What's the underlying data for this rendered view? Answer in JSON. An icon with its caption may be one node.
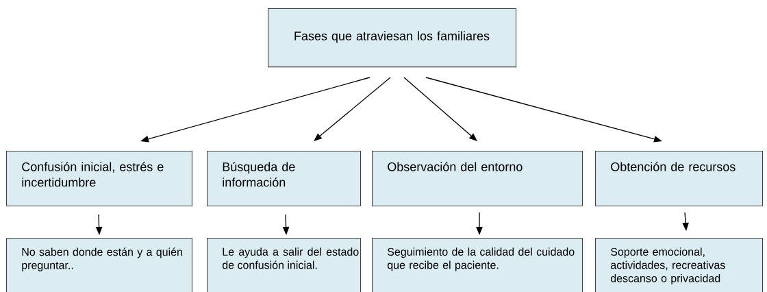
{
  "diagram": {
    "nodes": [
      {
        "text": [
          "Fases que atraviesan los familiares"
        ]
      },
      {
        "text": [
          "Confusión inicial, estrés e incertidumbre"
        ]
      },
      {
        "text": [
          "Búsqueda de información"
        ]
      },
      {
        "text": [
          "Observación del entorno"
        ]
      },
      {
        "text": [
          "Obtención de recursos"
        ]
      },
      {
        "text": [
          "No saben donde están y a quién preguntar.."
        ]
      },
      {
        "text": [
          "Le ayuda a salir del estado de confusión inicial."
        ]
      },
      {
        "text": [
          "Seguimiento de la calidad del cuidado que recibe el paciente."
        ]
      },
      {
        "text": [
          "Soporte emocional, actividades, recreativas descanso o privacidad"
        ]
      }
    ],
    "edges": [
      {
        "from": 0,
        "to": 1,
        "arrow": "to"
      },
      {
        "from": 0,
        "to": 2,
        "arrow": "to"
      },
      {
        "from": 0,
        "to": 3,
        "arrow": "to"
      },
      {
        "from": 0,
        "to": 4,
        "arrow": "to"
      },
      {
        "from": 1,
        "to": 5,
        "arrow": "to"
      },
      {
        "from": 2,
        "to": 6,
        "arrow": "to"
      },
      {
        "from": 3,
        "to": 7,
        "arrow": "to"
      },
      {
        "from": 4,
        "to": 8,
        "arrow": "to"
      }
    ]
  }
}
